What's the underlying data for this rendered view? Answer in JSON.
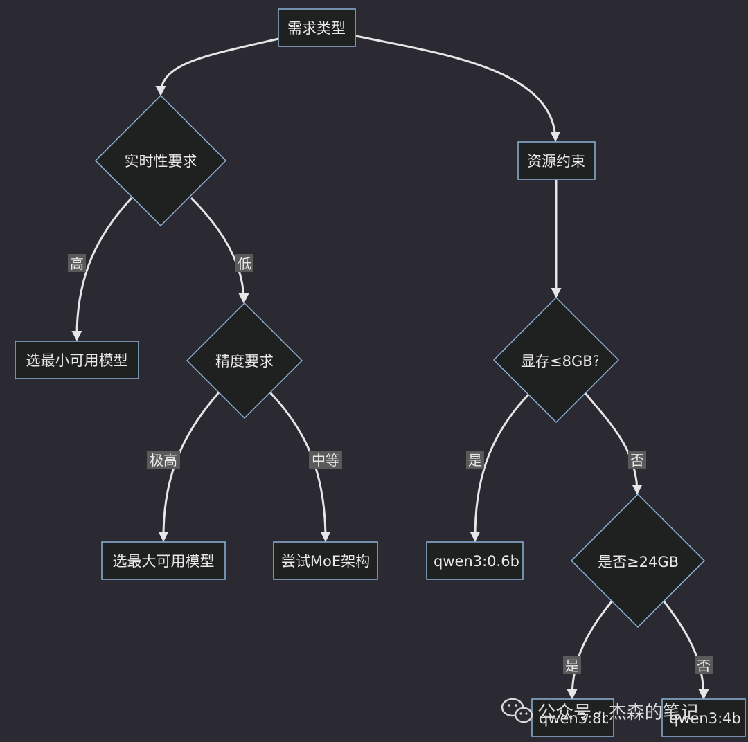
{
  "nodes": {
    "root": "需求类型",
    "realtime": "实时性要求",
    "resource": "资源约束",
    "smallest": "选最小可用模型",
    "precision": "精度要求",
    "vram8": "显存≤8GB?",
    "largest": "选最大可用模型",
    "moe": "尝试MoE架构",
    "q06": "qwen3:0.6b",
    "vram24": "是否≥24GB?",
    "q8": "qwen3:8b",
    "q4": "qwen3:4b"
  },
  "edge_labels": {
    "high": "高",
    "low": "低",
    "extreme": "极高",
    "medium": "中等",
    "yes1": "是",
    "no1": "否",
    "yes2": "是",
    "no2": "否"
  },
  "watermark": {
    "text": "公众号 · 杰森的笔记",
    "icon": "wechat-icon"
  },
  "colors": {
    "background": "#2b2a33",
    "node_fill": "#1f2020",
    "node_stroke": "#8fb3d9",
    "edge": "#e6e6e6",
    "label_bg": "#5a5a5a",
    "text": "#e8e8e8"
  }
}
